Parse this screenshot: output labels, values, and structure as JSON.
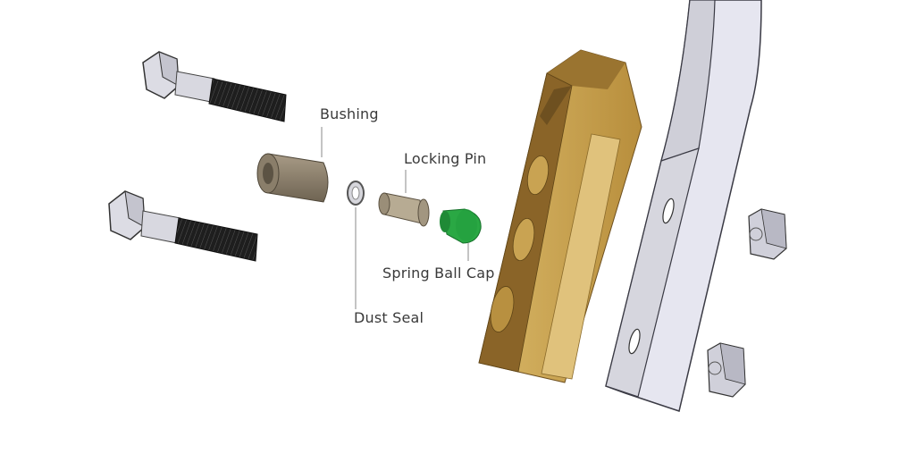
{
  "diagram": {
    "type": "exploded-assembly-view",
    "labels": {
      "bushing": "Bushing",
      "locking_pin": "Locking Pin",
      "dust_seal": "Dust Seal",
      "spring_ball_cap": "Spring Ball Cap"
    },
    "parts": [
      {
        "id": "bolt-upper",
        "name": "hex-bolt"
      },
      {
        "id": "bolt-lower",
        "name": "hex-bolt"
      },
      {
        "id": "bushing",
        "name": "Bushing"
      },
      {
        "id": "dust-seal",
        "name": "Dust Seal"
      },
      {
        "id": "locking-pin",
        "name": "Locking Pin"
      },
      {
        "id": "spring-ball-cap",
        "name": "Spring Ball Cap"
      },
      {
        "id": "tooth-adapter",
        "name": "gold-wear-part"
      },
      {
        "id": "bracket-plate",
        "name": "curved-plate"
      },
      {
        "id": "nut-upper",
        "name": "hex-nut"
      },
      {
        "id": "nut-lower",
        "name": "hex-nut"
      }
    ],
    "colors": {
      "bolt_shank": "#d8d8e0",
      "bolt_thread": "#1e1e1e",
      "bushing": "#8c7f6a",
      "cap_green": "#1f9a3a",
      "gold": "#c9a352",
      "gold_dark": "#7a5a22",
      "plate": "#e4e4ee",
      "outline": "#3a3a44",
      "leader": "#8a8a8a"
    }
  }
}
